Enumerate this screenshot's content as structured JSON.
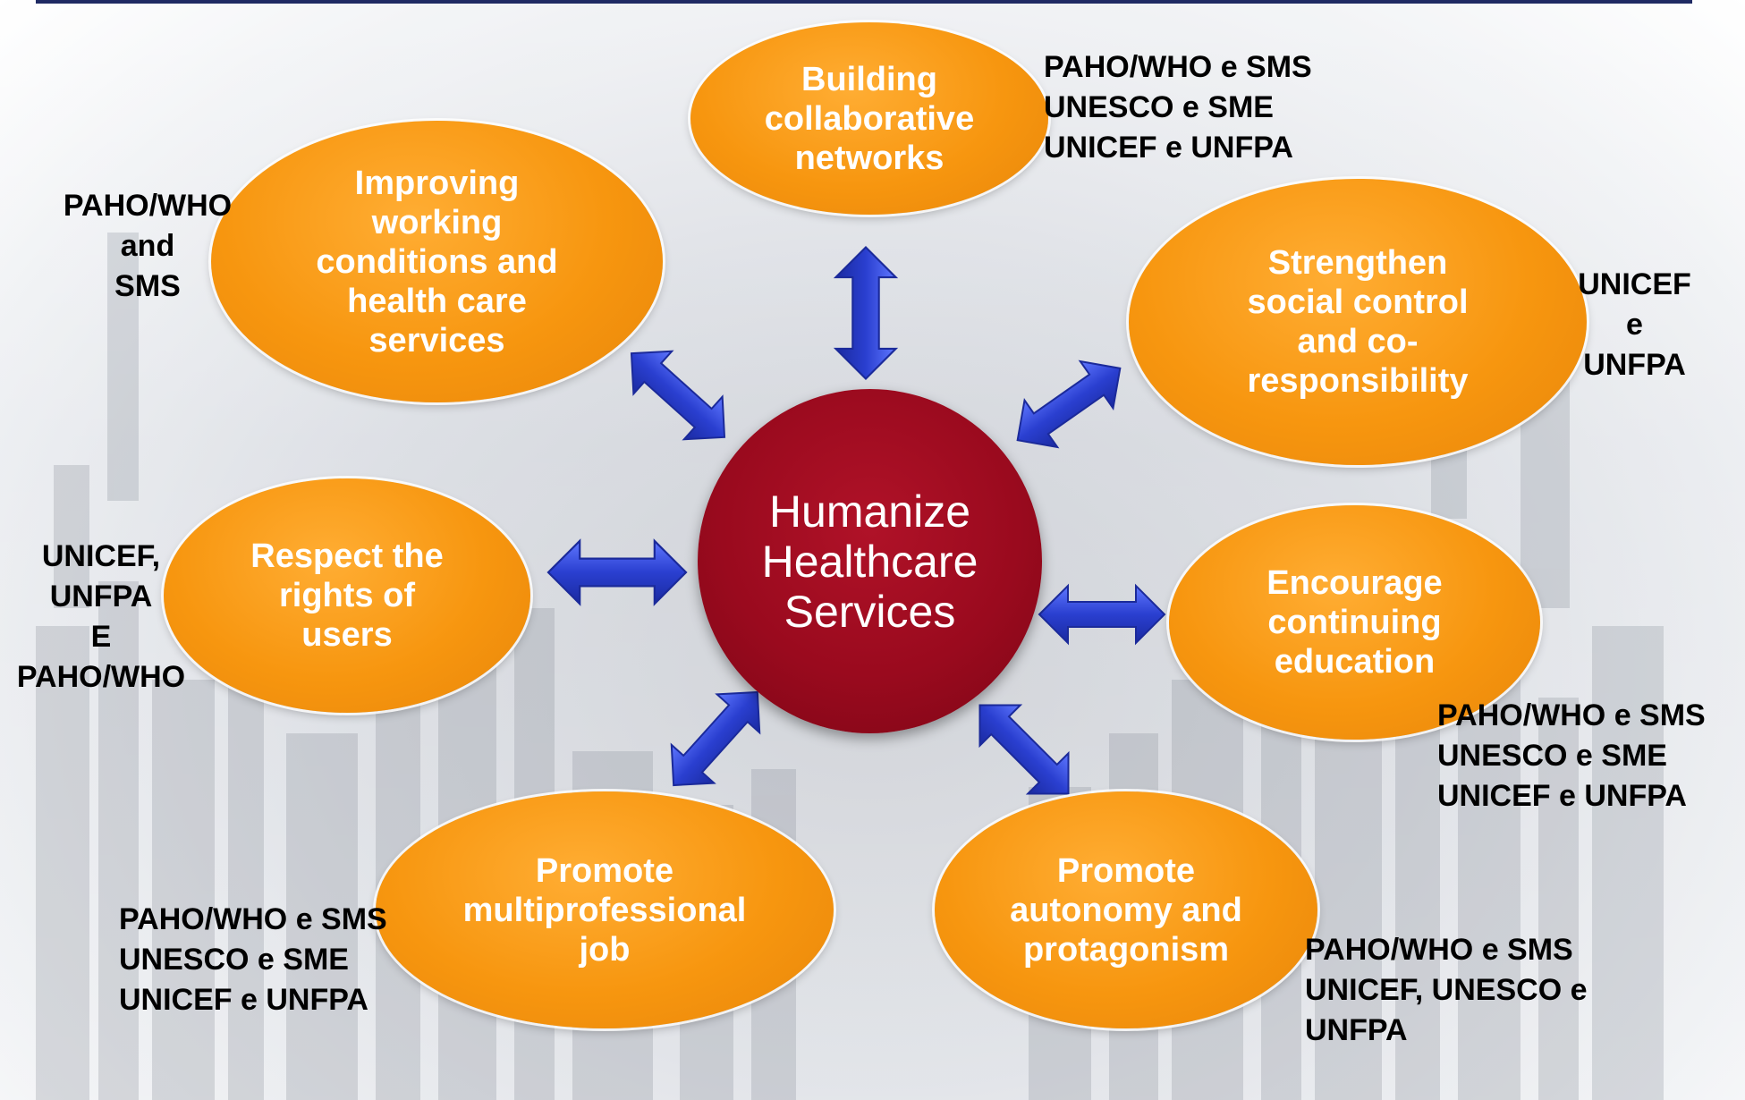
{
  "center": {
    "text": "Humanize\nHealthcare\nServices"
  },
  "nodes": [
    {
      "id": "collab",
      "text": "Building\ncollaborative\nnetworks",
      "partners": "PAHO/WHO e SMS\nUNESCO e SME\nUNICEF e UNFPA"
    },
    {
      "id": "working",
      "text": "Improving\nworking\nconditions and\nhealth care\nservices",
      "partners": "PAHO/WHO\nand\nSMS"
    },
    {
      "id": "social",
      "text": "Strengthen\nsocial control\nand co-\nresponsibility",
      "partners": "UNICEF\ne\nUNFPA"
    },
    {
      "id": "rights",
      "text": "Respect the\nrights of\nusers",
      "partners": "UNICEF,\nUNFPA\nE\nPAHO/WHO"
    },
    {
      "id": "education",
      "text": "Encourage\ncontinuing\neducation",
      "partners": "PAHO/WHO e SMS\nUNESCO e SME\nUNICEF e UNFPA"
    },
    {
      "id": "multiprof",
      "text": "Promote\nmultiprofessional\njob",
      "partners": "PAHO/WHO e SMS\nUNESCO e SME\nUNICEF e UNFPA"
    },
    {
      "id": "autonomy",
      "text": "Promote\nautonomy and\nprotagonism",
      "partners": "PAHO/WHO e SMS\nUNICEF, UNESCO e\nUNFPA"
    }
  ],
  "colors": {
    "node_fill": "#f7960f",
    "center_fill": "#9a0a1e",
    "arrow": "#2a3fd0",
    "top_rule": "#1f2a63"
  }
}
